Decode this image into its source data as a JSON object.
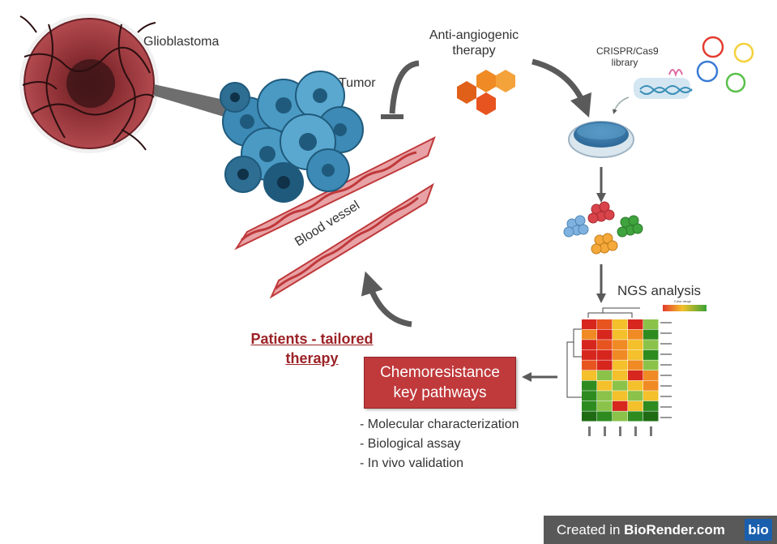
{
  "labels": {
    "glioblastoma": "Glioblastoma",
    "tumor": "Tumor",
    "anti_angiogenic": [
      "Anti-angiogenic",
      "therapy"
    ],
    "crispr": [
      "CRISPR/Cas9",
      "library"
    ],
    "blood_vessel": "Blood vessel",
    "ngs": "NGS analysis",
    "color_range": "Color range"
  },
  "patients": [
    "Patients - tailored",
    "therapy"
  ],
  "box": [
    "Chemoresistance",
    "key pathways"
  ],
  "bullets": [
    "- Molecular characterization",
    "- Biological assay",
    "- In vivo validation"
  ],
  "footer": {
    "prefix": "Created in ",
    "brand": "BioRender.com",
    "logo": "bio"
  },
  "colors": {
    "accent_red": "#c0393b",
    "text_red": "#9b2226",
    "vessel": "#d9545c",
    "tumor_blue": "#2f7da6",
    "arrow_gray": "#5a5a5a",
    "footer_bg": "#595959"
  },
  "heatmap": {
    "rows": 10,
    "cols": 5,
    "cells": [
      [
        "#d7261e",
        "#e8541f",
        "#f4c02b",
        "#d7261e",
        "#8bc34a"
      ],
      [
        "#f08a24",
        "#d7261e",
        "#f4c02b",
        "#f08a24",
        "#2e8b20"
      ],
      [
        "#d7261e",
        "#e8541f",
        "#f08a24",
        "#f4c02b",
        "#8bc34a"
      ],
      [
        "#d7261e",
        "#d7261e",
        "#f08a24",
        "#f4c02b",
        "#2e8b20"
      ],
      [
        "#e8541f",
        "#d7261e",
        "#f4c02b",
        "#f08a24",
        "#8bc34a"
      ],
      [
        "#f4c02b",
        "#8bc34a",
        "#f4c02b",
        "#d7261e",
        "#f08a24"
      ],
      [
        "#2e8b20",
        "#f4c02b",
        "#8bc34a",
        "#f4c02b",
        "#f08a24"
      ],
      [
        "#2e8b20",
        "#8bc34a",
        "#f4c02b",
        "#8bc34a",
        "#f4c02b"
      ],
      [
        "#2e8b20",
        "#8bc34a",
        "#d7261e",
        "#f4c02b",
        "#2e8b20"
      ],
      [
        "#1f6b14",
        "#2e8b20",
        "#8bc34a",
        "#2e8b20",
        "#1f6b14"
      ]
    ]
  }
}
